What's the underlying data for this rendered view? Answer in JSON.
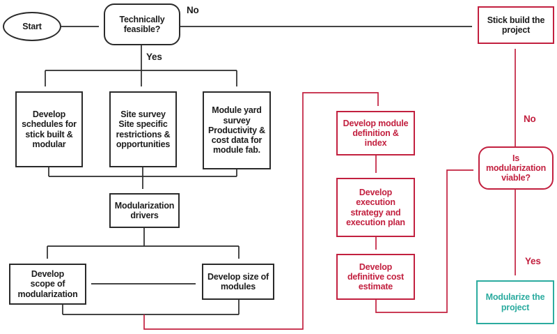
{
  "colors": {
    "black": "#2a2a2a",
    "crimson": "#c2203f",
    "teal": "#2bab9f"
  },
  "nodes": {
    "start": "Start",
    "technically_feasible": "Technically\nfeasible?",
    "stick_build": "Stick build the\nproject",
    "develop_schedules": "Develop\nschedules for\nstick built &\nmodular",
    "site_survey": "Site survey\nSite specific\nrestrictions &\nopportunities",
    "module_yard": "Module yard\nsurvey\nProductivity &\ncost data for\nmodule fab.",
    "mod_drivers": "Modularization\ndrivers",
    "develop_scope": "Develop\nscope of\nmodularization",
    "develop_size": "Develop size of\nmodules",
    "module_definition": "Develop module\ndefinition &\nindex",
    "execution_strategy": "Develop\nexecution\nstrategy and\nexecution plan",
    "cost_estimate": "Develop\ndefinitive cost\nestimate",
    "viable": "Is\nmodularization\nviable?",
    "modularize": "Modularize the\nproject"
  },
  "labels": {
    "no_feasible": "No",
    "yes_feasible": "Yes",
    "no_viable": "No",
    "yes_viable": "Yes"
  }
}
